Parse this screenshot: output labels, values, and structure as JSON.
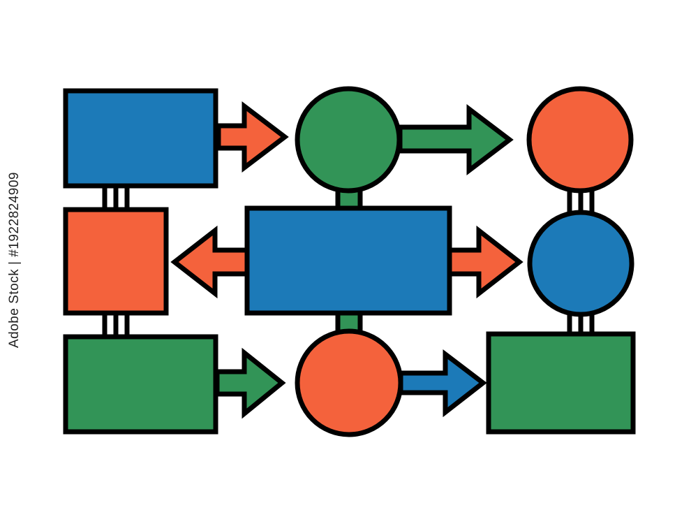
{
  "colors": {
    "blue": "#1c7ab8",
    "orange": "#f4623c",
    "green": "#329457",
    "outline": "#000000",
    "connector_fill": "#ffffff",
    "background": "#ffffff"
  },
  "nodes": [
    {
      "id": "top-left-rect",
      "shape": "rectangle",
      "color": "blue"
    },
    {
      "id": "middle-left-rect",
      "shape": "rectangle",
      "color": "orange"
    },
    {
      "id": "bottom-left-rect",
      "shape": "rectangle",
      "color": "green"
    },
    {
      "id": "top-center-circle",
      "shape": "circle",
      "color": "green"
    },
    {
      "id": "center-rect",
      "shape": "rectangle",
      "color": "blue"
    },
    {
      "id": "bottom-center-circle",
      "shape": "circle",
      "color": "orange"
    },
    {
      "id": "top-right-circle",
      "shape": "circle",
      "color": "orange"
    },
    {
      "id": "middle-right-circle",
      "shape": "circle",
      "color": "blue"
    },
    {
      "id": "bottom-right-rect",
      "shape": "rectangle",
      "color": "green"
    }
  ],
  "arrows": [
    {
      "from": "top-left-rect",
      "to": "top-center-circle",
      "color": "orange"
    },
    {
      "from": "top-center-circle",
      "to": "top-right-circle",
      "color": "green"
    },
    {
      "from": "center-rect",
      "to": "middle-left-rect",
      "color": "orange"
    },
    {
      "from": "center-rect",
      "to": "middle-right-circle",
      "color": "orange"
    },
    {
      "from": "bottom-left-rect",
      "to": "bottom-center-circle",
      "color": "green"
    },
    {
      "from": "bottom-center-circle",
      "to": "bottom-right-rect",
      "color": "blue"
    }
  ],
  "links": [
    {
      "from": "top-left-rect",
      "to": "middle-left-rect",
      "style": "double-line"
    },
    {
      "from": "middle-left-rect",
      "to": "bottom-left-rect",
      "style": "double-line"
    },
    {
      "from": "top-center-circle",
      "to": "center-rect",
      "style": "solid",
      "color": "green"
    },
    {
      "from": "center-rect",
      "to": "bottom-center-circle",
      "style": "solid",
      "color": "green"
    },
    {
      "from": "top-right-circle",
      "to": "middle-right-circle",
      "style": "double-line"
    },
    {
      "from": "middle-right-circle",
      "to": "bottom-right-rect",
      "style": "double-line"
    }
  ],
  "watermark": {
    "stock_id": "Adobe Stock | #1922824909"
  }
}
